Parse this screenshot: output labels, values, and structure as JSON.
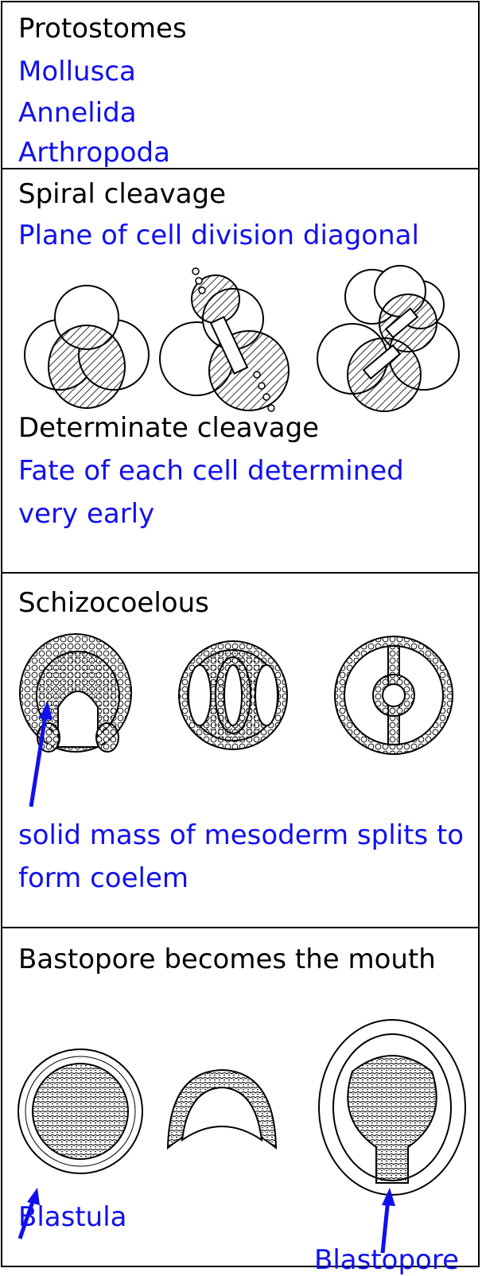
{
  "colors": {
    "heading": "#000000",
    "detail": "#1010ee",
    "border": "#000000"
  },
  "sections": [
    {
      "heading": "Protostomes",
      "items": [
        "Mollusca",
        "Annelida",
        "Arthropoda"
      ]
    },
    {
      "heading": "Spiral cleavage",
      "detail": "Plane of cell division diagonal",
      "heading2": "Determinate cleavage",
      "detail2_lines": [
        "Fate of each cell determined",
        "very early"
      ]
    },
    {
      "heading": "Schizocoelous",
      "detail_lines": [
        "solid mass of mesoderm splits to",
        "form coelem"
      ]
    },
    {
      "heading": "Bastopore becomes the mouth",
      "labels": [
        "Blastula",
        "Blastopore"
      ]
    }
  ]
}
